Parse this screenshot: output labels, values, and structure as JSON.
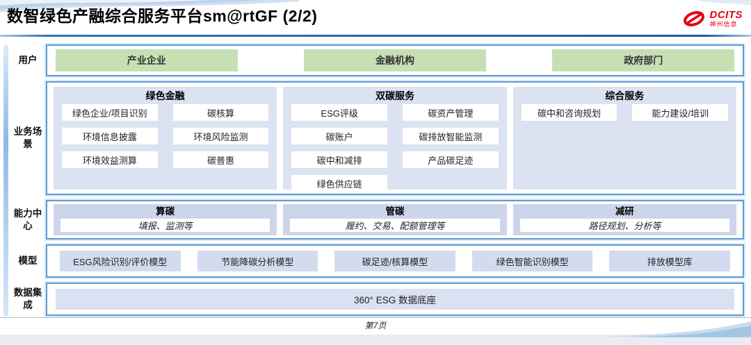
{
  "header": {
    "title": "数智绿色产融综合服务平台sm@rtGF (2/2)",
    "logo_brand": "DCITS",
    "logo_sub": "神州信息"
  },
  "labels": {
    "users": "用户",
    "business": "业务场景",
    "capability": "能力中心",
    "models": "模型",
    "data": "数据集成"
  },
  "users": {
    "items": [
      "产业企业",
      "金融机构",
      "政府部门"
    ]
  },
  "business": {
    "columns": [
      {
        "title": "绿色金融",
        "items": [
          "绿色企业/项目识别",
          "碳核算",
          "环境信息披露",
          "环境风险监测",
          "环境效益测算",
          "碳普惠"
        ]
      },
      {
        "title": "双碳服务",
        "items": [
          "ESG评级",
          "碳资产管理",
          "碳账户",
          "碳排放智能监测",
          "碳中和减排",
          "产品碳足迹",
          "绿色供应链"
        ]
      },
      {
        "title": "综合服务",
        "items": [
          "碳中和咨询规划",
          "能力建设/培训"
        ]
      }
    ]
  },
  "capability": {
    "centers": [
      {
        "title": "算碳",
        "desc": "填报、监测等"
      },
      {
        "title": "管碳",
        "desc": "履约、交易、配额管理等"
      },
      {
        "title": "减研",
        "desc": "路径规划、分析等"
      }
    ]
  },
  "models": {
    "items": [
      "ESG风险识别/评价模型",
      "节能降碳分析模型",
      "碳足迹/核算模型",
      "绿色智能识别模型",
      "排放模型库"
    ]
  },
  "data_integration": {
    "item": "360° ESG 数据底座"
  },
  "footer": {
    "page": "第7页"
  },
  "colors": {
    "border_blue": "#5b9bd5",
    "title_rule_blue": "#2e75b6",
    "user_green": "#c6e0b4",
    "panel_blue": "#dbe2f1",
    "capability_blue": "#ccd5ea",
    "logo_red": "#e60012",
    "bottom_strip": "#e9edf3"
  }
}
